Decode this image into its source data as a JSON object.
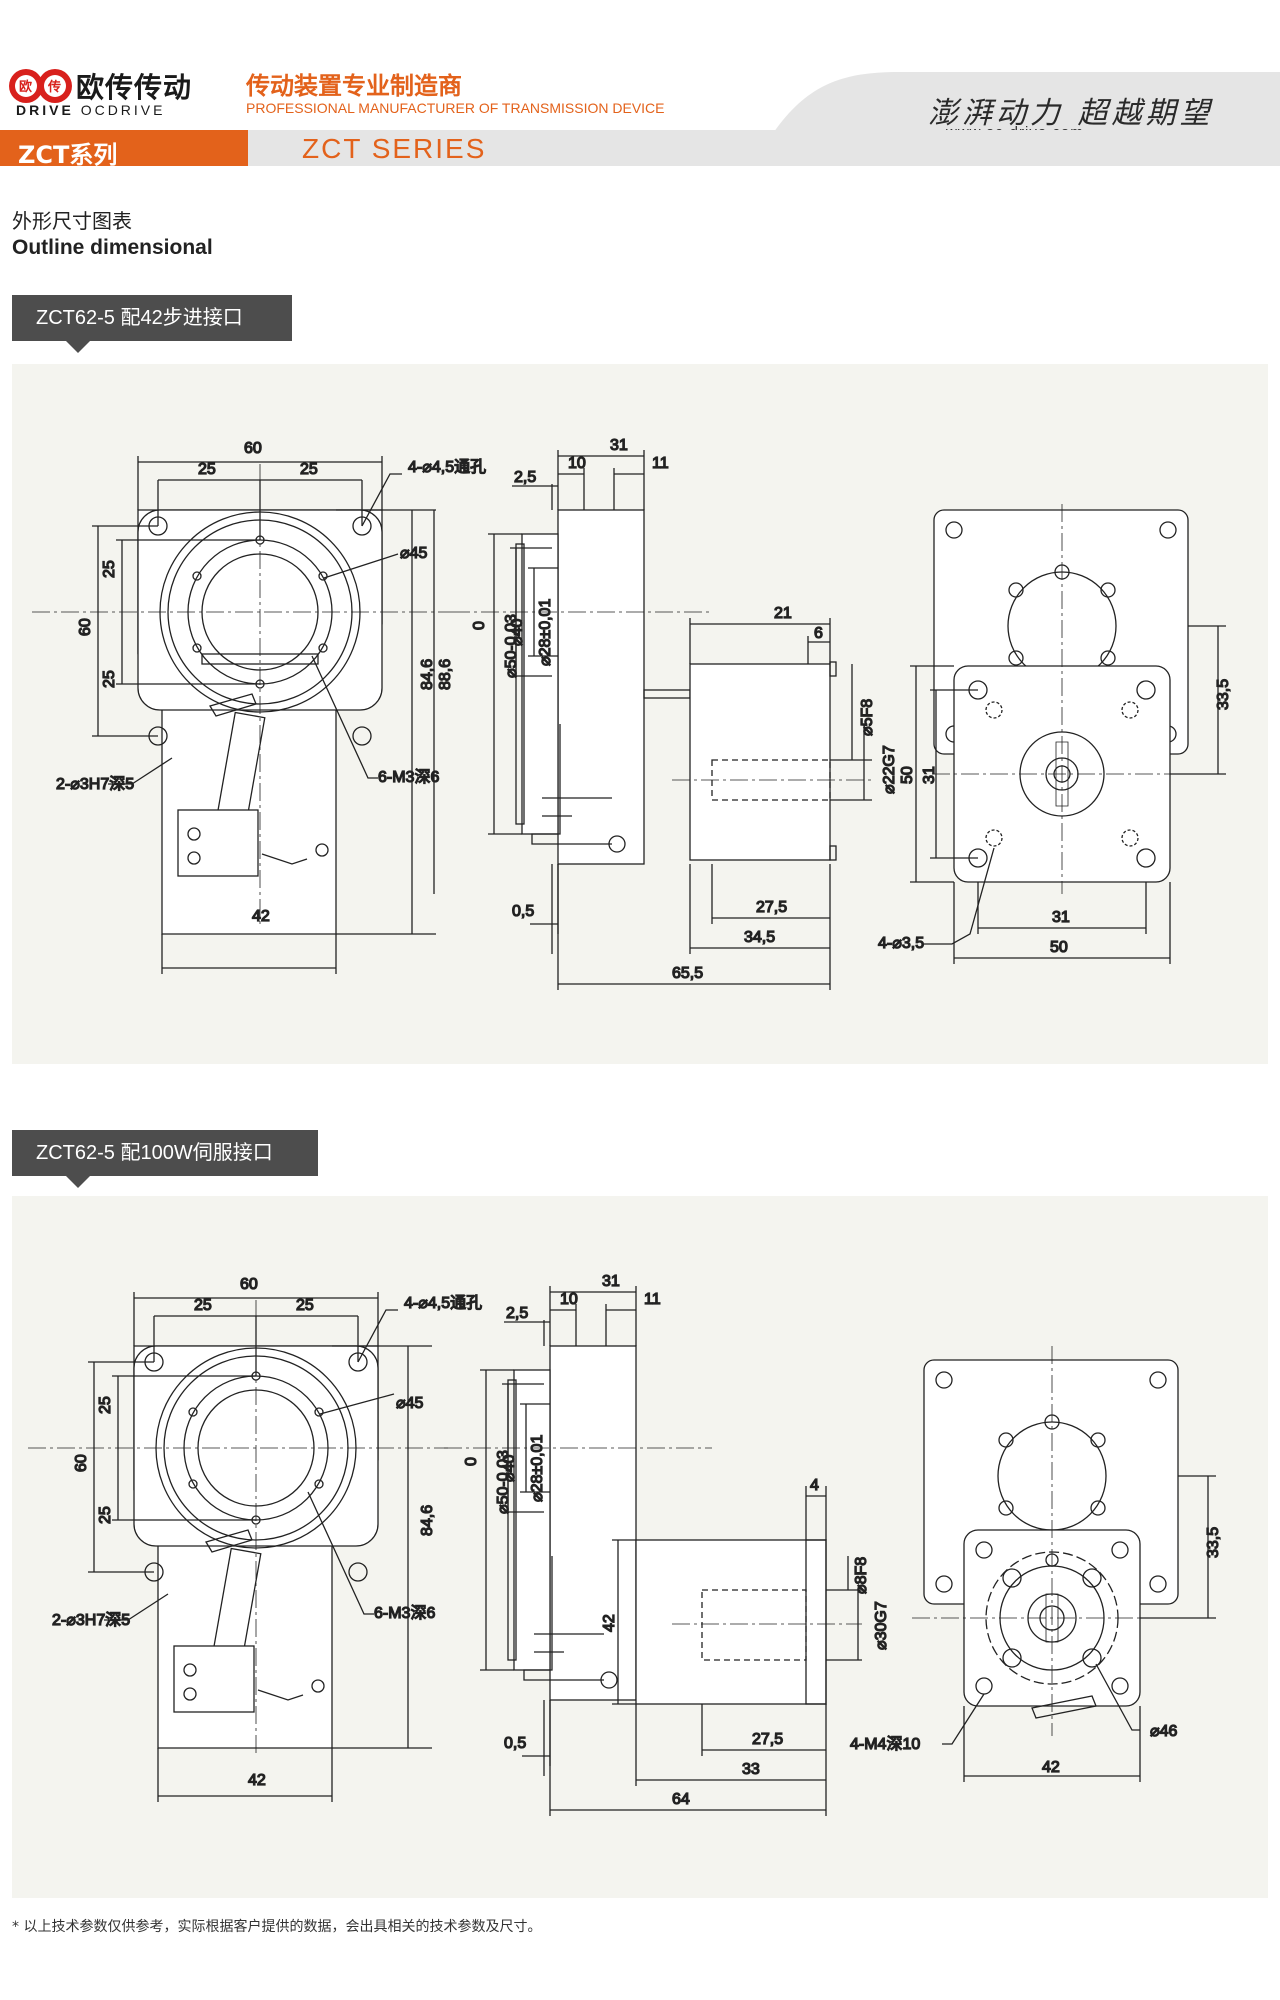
{
  "header": {
    "logo_cn": "欧传传动",
    "logo_en_bold": "DRIVE",
    "logo_en_rest": "OCDRIVE",
    "logo_seal_1": "欧",
    "logo_seal_2": "传",
    "tagline_cn": "传动装置专业制造商",
    "tagline_en": "PROFESSIONAL MANUFACTURER OF TRANSMISSION DEVICE",
    "slogan": "澎湃动力 超越期望",
    "website": "www.oc-drive.com"
  },
  "series": {
    "cn": "ZCT系列",
    "en": "ZCT SERIES"
  },
  "section": {
    "title_cn": "外形尺寸图表",
    "title_en": "Outline dimensional"
  },
  "drawings": [
    {
      "tab": "ZCT62-5 配42步进接口",
      "front": {
        "width": "60",
        "half_left": "25",
        "half_right": "25",
        "through_holes": "4-⌀4,5通孔",
        "bolt_circle": "⌀45",
        "side_total": "60",
        "side_up": "25",
        "side_down": "25",
        "pins": "2-⌀3H7深5",
        "threads": "6-M3深6",
        "height_1": "84,6",
        "height_2": "88,6",
        "bottom": "42"
      },
      "side": {
        "total": "31",
        "left": "10",
        "right": "11",
        "step": "2,5",
        "zero": "0",
        "d1": "⌀50-0,03",
        "d2": "⌀40",
        "d3": "⌀28±0,01",
        "offset": "0,5",
        "motor_w": "21",
        "flange": "6",
        "bore": "⌀5F8",
        "spigot": "⌀22G7",
        "dim_a": "27,5",
        "dim_b": "34,5",
        "overall": "65,5"
      },
      "back": {
        "v1": "33,5",
        "v2": "50",
        "v3": "31",
        "h1": "31",
        "h2": "50",
        "holes": "4-⌀3,5"
      }
    },
    {
      "tab": "ZCT62-5 配100W伺服接口",
      "front": {
        "width": "60",
        "half_left": "25",
        "half_right": "25",
        "through_holes": "4-⌀4,5通孔",
        "bolt_circle": "⌀45",
        "side_total": "60",
        "side_up": "25",
        "side_down": "25",
        "pins": "2-⌀3H7深5",
        "threads": "6-M3深6",
        "height_1": "84,6",
        "bottom": "42"
      },
      "side": {
        "total": "31",
        "left": "10",
        "right": "11",
        "step": "2,5",
        "zero": "0",
        "d1": "⌀50-0,03",
        "d2": "⌀40",
        "d3": "⌀28±0,01",
        "offset": "0,5",
        "flange": "4",
        "bore": "⌀8F8",
        "spigot": "⌀30G7",
        "motor_h": "42",
        "dim_a": "27,5",
        "dim_b": "33",
        "overall": "64"
      },
      "back": {
        "v1": "33,5",
        "holes": "4-M4深10",
        "dia": "⌀46",
        "h1": "42"
      }
    }
  ],
  "footnote": "* 以上技术参数仅供参考，实际根据客户提供的数据，会出具相关的技术参数及尺寸。"
}
